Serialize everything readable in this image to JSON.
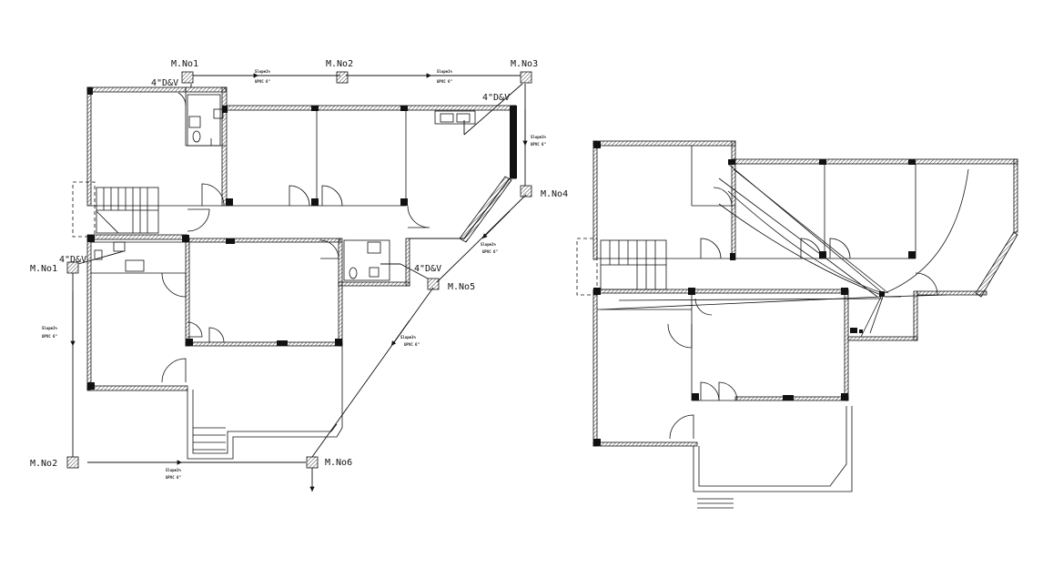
{
  "left_plan": {
    "manholes": [
      {
        "label": "M.No1"
      },
      {
        "label": "M.No2"
      },
      {
        "label": "M.No3"
      },
      {
        "label": "M.No4"
      },
      {
        "label": "M.No5"
      },
      {
        "label": "M.No6"
      },
      {
        "label": "M.No1"
      },
      {
        "label": "M.No2"
      }
    ],
    "dv_labels": [
      "4\"D&V",
      "4\"D&V",
      "4\"D&V",
      "4\"D&V"
    ],
    "pipe_notes": [
      {
        "slope": "Slope1%",
        "pipe": "UPVC 6\""
      },
      {
        "slope": "Slope1%",
        "pipe": "UPVC 6\""
      },
      {
        "slope": "Slope1%",
        "pipe": "UPVC 6\""
      },
      {
        "slope": "Slope1%",
        "pipe": "UPVC 6\""
      },
      {
        "slope": "Slope1%",
        "pipe": "UPVC 6\""
      },
      {
        "slope": "Slope1%",
        "pipe": "UPVC 6\""
      },
      {
        "slope": "Slope1%",
        "pipe": "UPVC 6\""
      }
    ]
  },
  "colors": {
    "line": "#111111",
    "background": "#ffffff"
  }
}
